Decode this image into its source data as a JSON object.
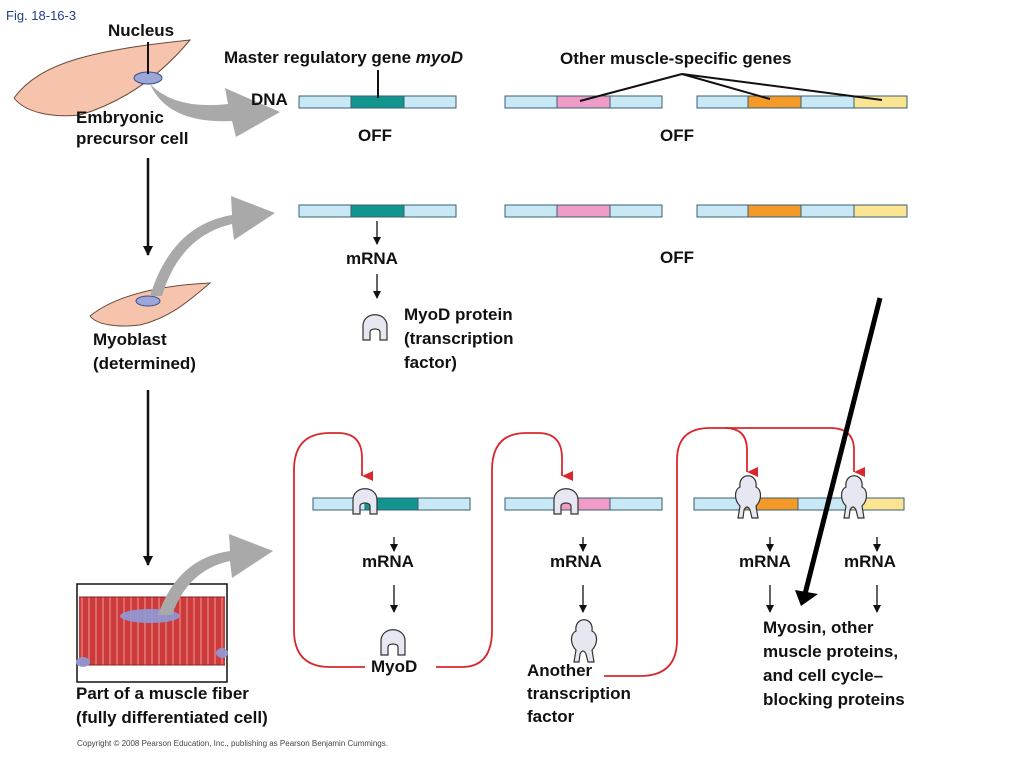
{
  "figure": {
    "label": "Fig. 18-16-3",
    "copyright": "Copyright © 2008 Pearson Education, Inc., publishing as Pearson Benjamin Cummings."
  },
  "colors": {
    "dna": "#c9e8f5",
    "dna_stroke": "#3a5f70",
    "myod_gene": "#13958f",
    "pink_gene": "#ef9cc6",
    "orange_gene": "#f39a28",
    "yellow_gene": "#fbe592",
    "arrow_red": "#d8282d",
    "arrow_gray": "#a9a9a9",
    "cell_fill": "#f6c3ad",
    "nucleus": "#9aa7d8",
    "fiber_red": "#cc3a3a",
    "protein": "#e7e7f1"
  },
  "cells": {
    "nucleus": "Nucleus",
    "embryonic": "Embryonic\nprecursor cell",
    "myoblast": "Myoblast\n(determined)",
    "fiber": "Part of a muscle fiber\n(fully differentiated cell)"
  },
  "genes": {
    "master_prefix": "Master regulatory gene ",
    "master_name": "myoD",
    "other": "Other muscle-specific genes",
    "dna": "DNA"
  },
  "states": {
    "off1": "OFF",
    "off2": "OFF",
    "off3": "OFF"
  },
  "products": {
    "mrna_row2": "mRNA",
    "myod_protein": "MyoD protein\n(transcription\nfactor)",
    "mrna_row3a": "mRNA",
    "mrna_row3b": "mRNA",
    "mrna_row3c": "mRNA",
    "mrna_row3d": "mRNA",
    "myod": "MyoD",
    "another_tf": "Another\ntranscription\nfactor",
    "final": "Myosin, other\nmuscle proteins,\nand cell cycle–\nblocking proteins"
  }
}
